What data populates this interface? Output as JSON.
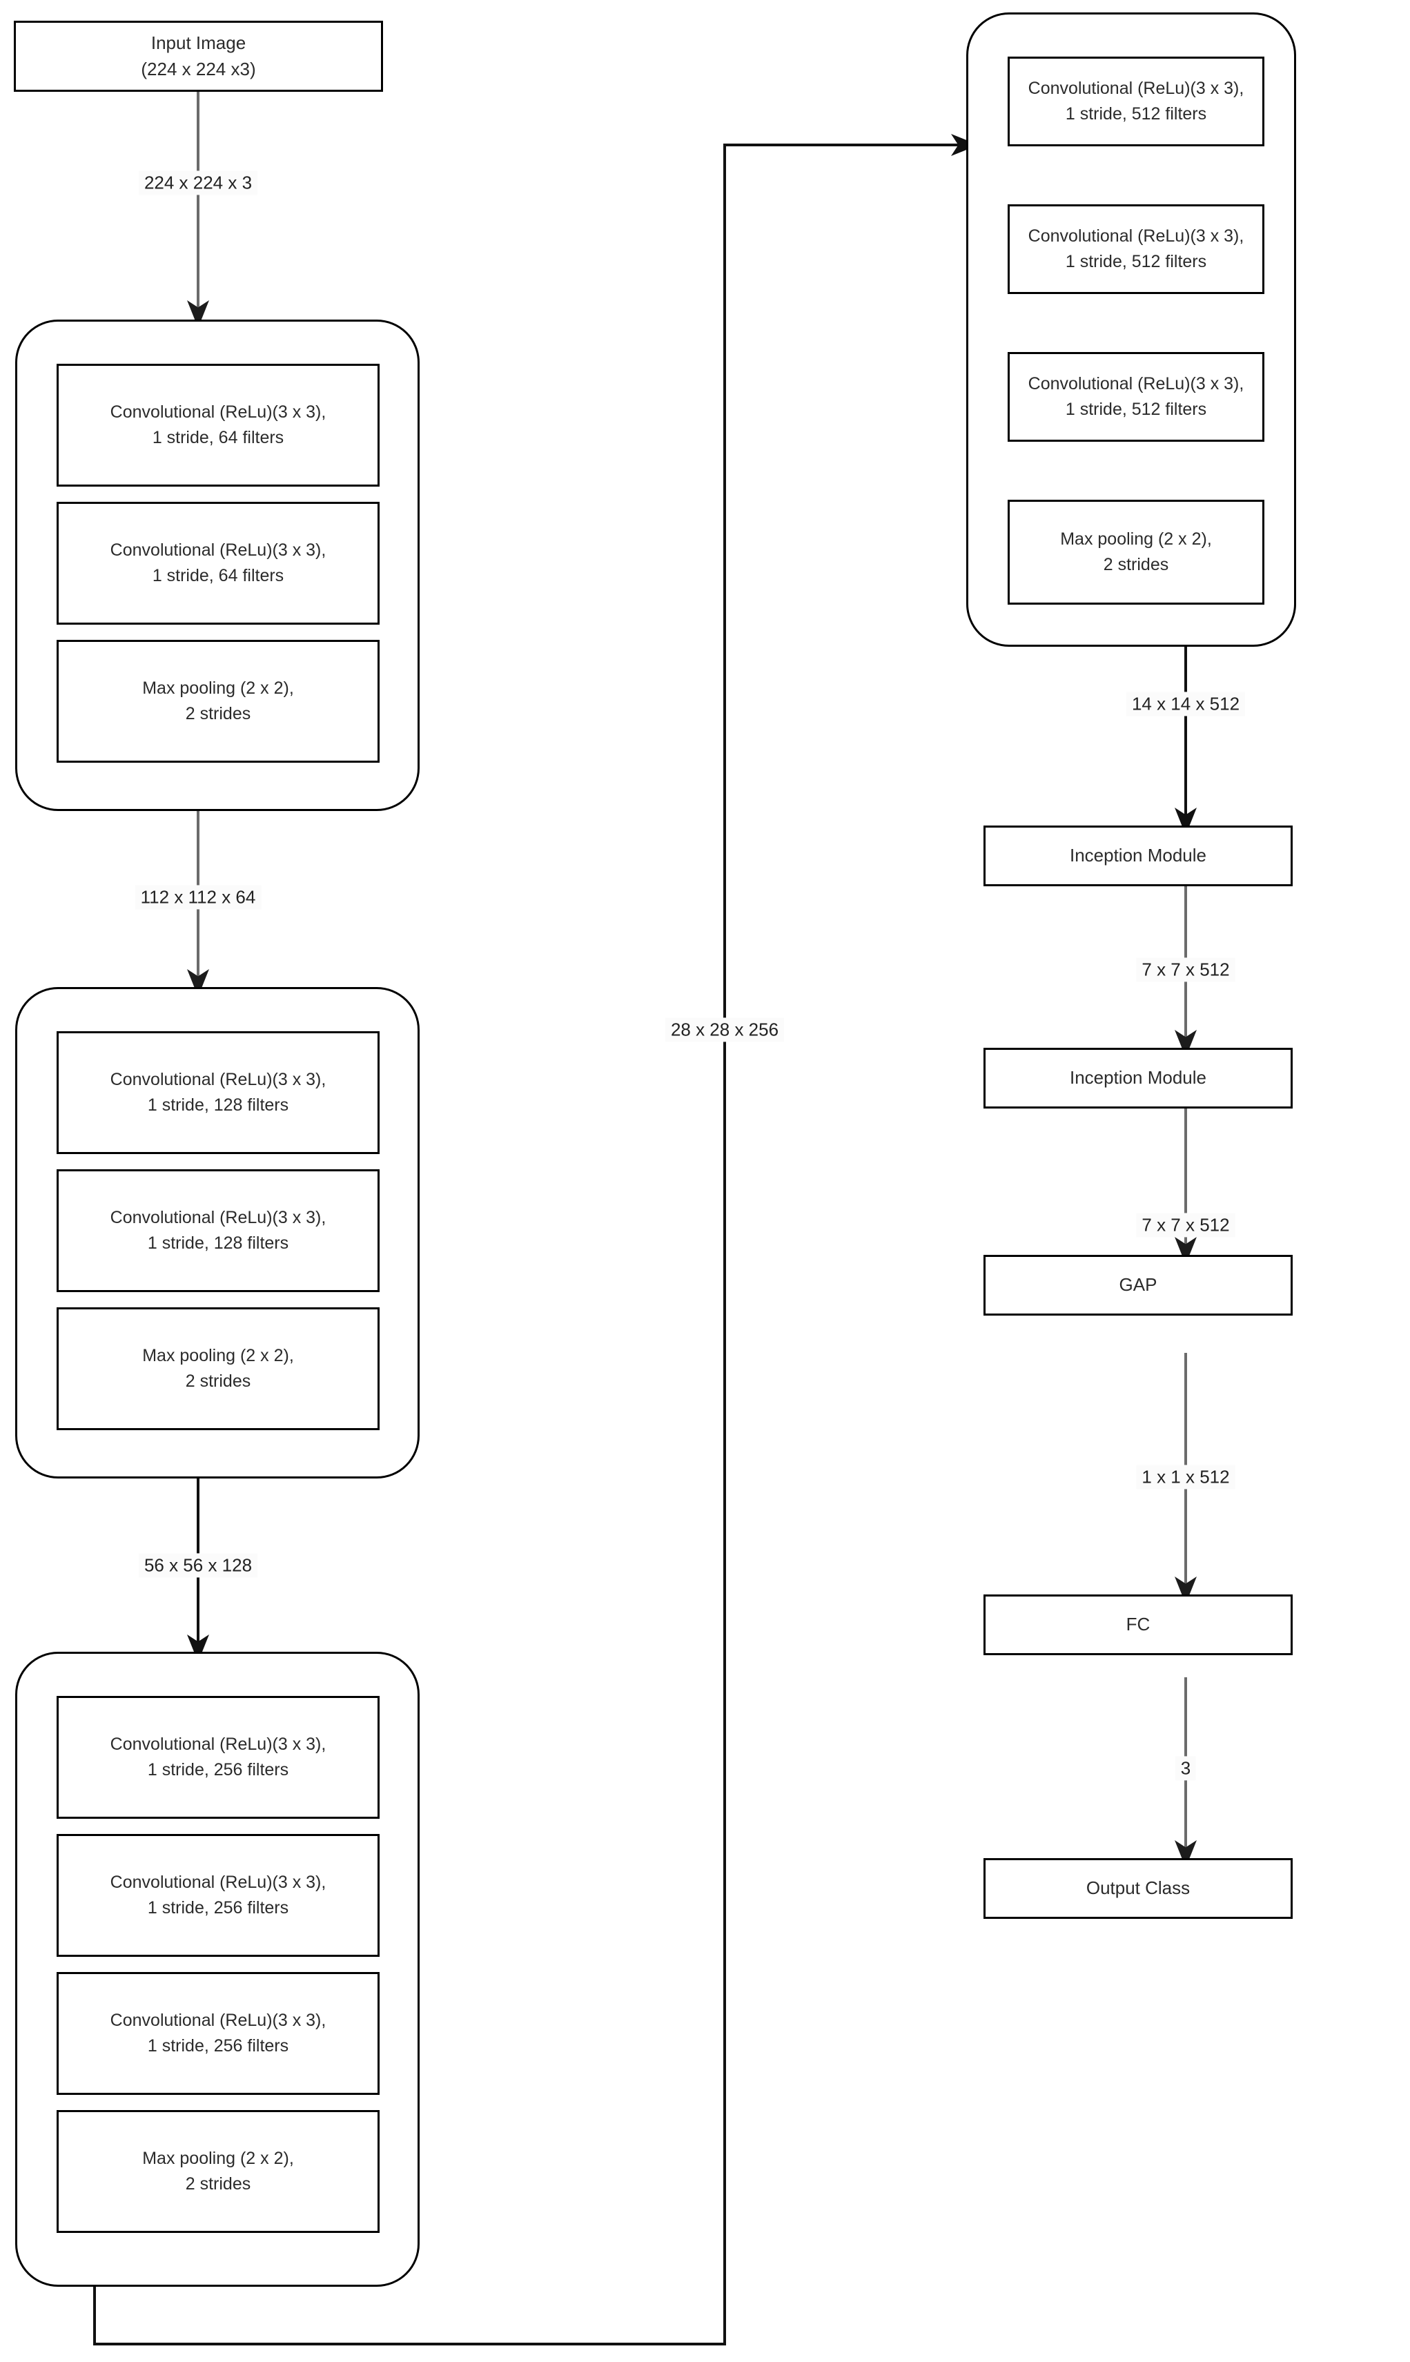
{
  "diagram": {
    "title": "CNN architecture flowchart",
    "stroke_color": "#000000",
    "arrow_color": "#5a5a5a",
    "text_color": "#2b2b2b",
    "background": "#ffffff"
  },
  "nodes": {
    "input_image": "Input Image\n(224 x 224 x3)",
    "inception_1": "Inception Module",
    "inception_2": "Inception Module",
    "gap": "GAP",
    "fc": "FC",
    "output_class": "Output Class"
  },
  "blocks": [
    {
      "id": "block-64",
      "layers": [
        "Convolutional (ReLu)(3 x 3),\n1 stride, 64 filters",
        "Convolutional (ReLu)(3 x 3),\n1 stride, 64 filters",
        "Max pooling (2 x 2),\n2 strides"
      ]
    },
    {
      "id": "block-128",
      "layers": [
        "Convolutional (ReLu)(3 x 3),\n1 stride, 128 filters",
        "Convolutional (ReLu)(3 x 3),\n1 stride, 128 filters",
        "Max pooling (2 x 2),\n2 strides"
      ]
    },
    {
      "id": "block-256",
      "layers": [
        "Convolutional (ReLu)(3 x 3),\n1 stride, 256 filters",
        "Convolutional (ReLu)(3 x 3),\n1 stride, 256 filters",
        "Convolutional (ReLu)(3 x 3),\n1 stride, 256 filters",
        "Max pooling (2 x 2),\n2 strides"
      ]
    },
    {
      "id": "block-512",
      "layers": [
        "Convolutional (ReLu)(3 x 3),\n1 stride, 512 filters",
        "Convolutional (ReLu)(3 x 3),\n1 stride, 512 filters",
        "Convolutional (ReLu)(3 x 3),\n1 stride, 512 filters",
        "Max pooling (2 x 2),\n2 strides"
      ]
    }
  ],
  "edge_labels": {
    "input_to_block64": "224 x 224 x 3",
    "block64_to_block128": "112 x 112 x 64",
    "block128_to_block256": "56 x 56 x 128",
    "block256_to_block512": "28 x 28 x 256",
    "block512_to_inception1": "14 x 14 x 512",
    "inception1_to_inception2": "7 x  7 x 512",
    "inception2_to_gap": "7 x  7 x 512",
    "gap_to_fc": "1 x  1 x 512",
    "fc_to_output": "3"
  }
}
